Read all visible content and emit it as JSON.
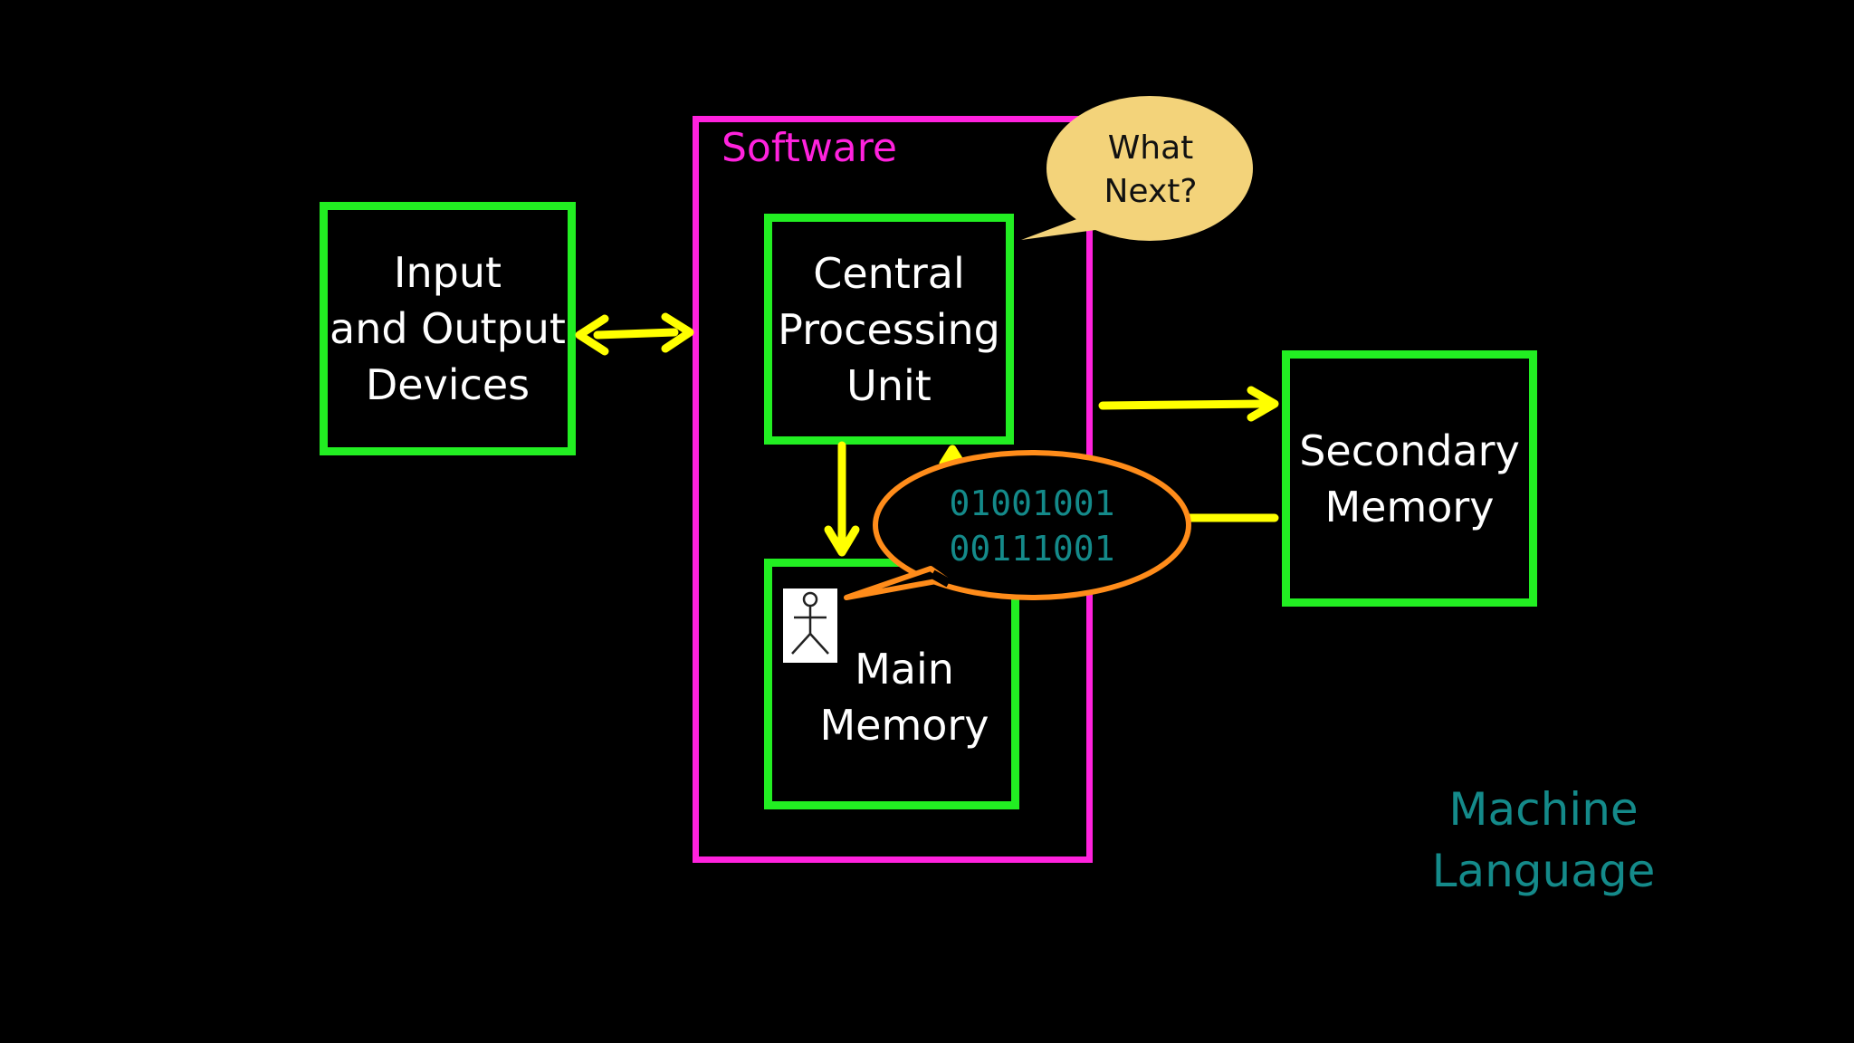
{
  "diagram": {
    "software_label": "Software",
    "io_label": "Input\nand Output\nDevices",
    "cpu_label": "Central\nProcessing\nUnit",
    "main_memory_label": "Main\nMemory",
    "secondary_memory_label": "Secondary\nMemory",
    "cpu_bubble_text": "What\nNext?",
    "binary_bubble_text": "01001001\n00111001",
    "caption": "Machine\nLanguage"
  },
  "colors": {
    "component_border": "#22ee22",
    "software_border": "#ff22dd",
    "arrow": "#ffff00",
    "binary_bubble_border": "#ff8c1a",
    "cpu_bubble_fill": "#f3d37a",
    "caption_text": "#148a8a"
  },
  "icons": {
    "user_figure": "stick-figure-icon"
  }
}
